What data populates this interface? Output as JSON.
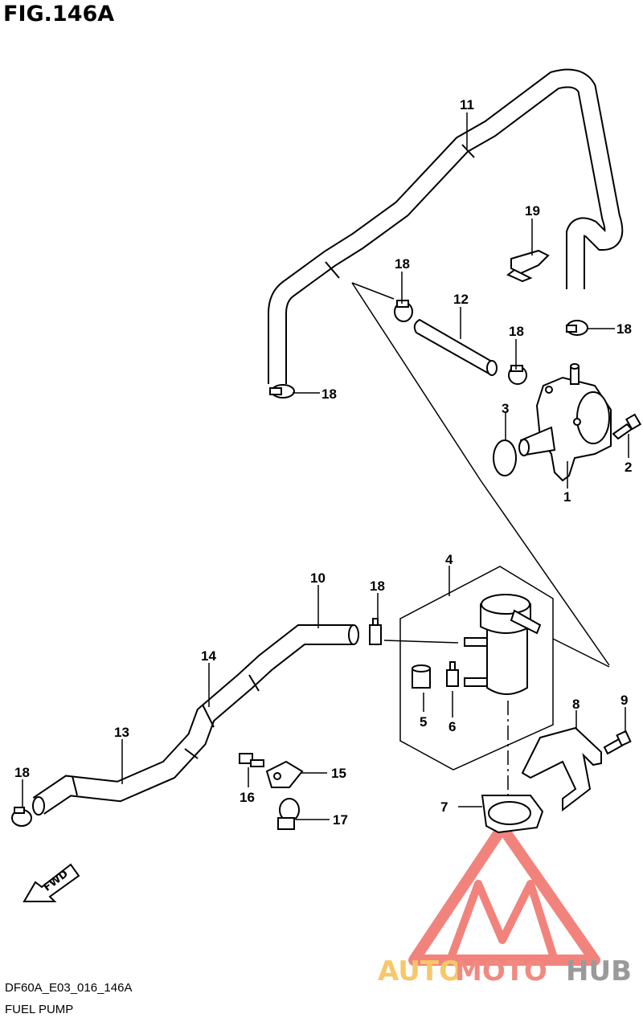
{
  "figure": {
    "title": "FIG.146A",
    "drawing_code": "DF60A_E03_016_146A",
    "caption": "FUEL PUMP"
  },
  "orientation_arrow": {
    "label": "FWD"
  },
  "callouts": [
    {
      "id": "c11a",
      "label": "11"
    },
    {
      "id": "c19",
      "label": "19"
    },
    {
      "id": "c18a",
      "label": "18"
    },
    {
      "id": "c12",
      "label": "12"
    },
    {
      "id": "c18b",
      "label": "18"
    },
    {
      "id": "c18c",
      "label": "18"
    },
    {
      "id": "c18d",
      "label": "18"
    },
    {
      "id": "c3",
      "label": "3"
    },
    {
      "id": "c2",
      "label": "2"
    },
    {
      "id": "c1",
      "label": "1"
    },
    {
      "id": "c4",
      "label": "4"
    },
    {
      "id": "c10",
      "label": "10"
    },
    {
      "id": "c18e",
      "label": "18"
    },
    {
      "id": "c14",
      "label": "14"
    },
    {
      "id": "c13",
      "label": "13"
    },
    {
      "id": "c8",
      "label": "8"
    },
    {
      "id": "c9",
      "label": "9"
    },
    {
      "id": "c5",
      "label": "5"
    },
    {
      "id": "c6",
      "label": "6"
    },
    {
      "id": "c18f",
      "label": "18"
    },
    {
      "id": "c15",
      "label": "15"
    },
    {
      "id": "c16",
      "label": "16"
    },
    {
      "id": "c7",
      "label": "7"
    },
    {
      "id": "c17",
      "label": "17"
    }
  ],
  "watermark": {
    "part1": "AUTO",
    "part2": "MOTO",
    "part3": "HUB",
    "colors": {
      "auto": "#f7c768",
      "moto": "#f08a80",
      "hub": "#9a9a9a",
      "triangle": "#f06e66"
    }
  }
}
